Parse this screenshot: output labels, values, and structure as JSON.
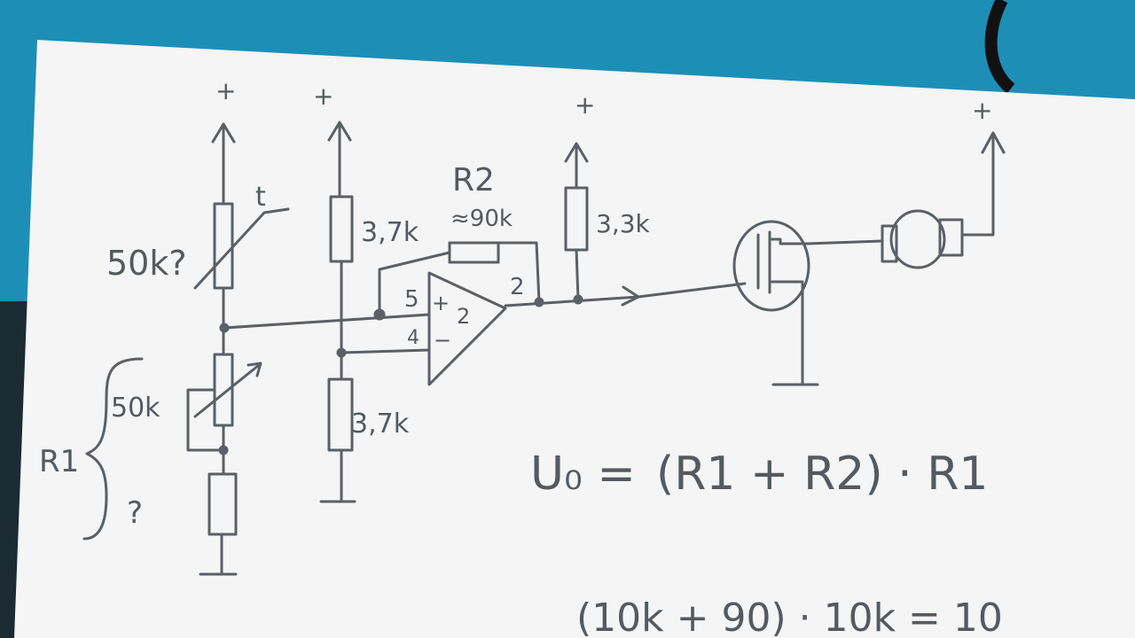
{
  "background": {
    "desk_color": "#1d8fb6",
    "paper_color": "#f4f5f4",
    "ink_color": "#5b6066"
  },
  "labels": {
    "supply_1": "+",
    "supply_2": "+",
    "supply_3": "+",
    "supply_4": "+",
    "thermistor_mark": "t",
    "thermistor_value": "50k?",
    "pot_value": "50k",
    "r1_label": "R1",
    "r1_unknown": "?",
    "divider_top": "3,7k",
    "divider_bottom": "3,7k",
    "r2_label": "R2",
    "r2_value": "≈90k",
    "pullup_value": "3,3k",
    "pin_5": "5",
    "pin_4": "4",
    "pin_2_out": "2",
    "opamp_plus": "+",
    "opamp_minus": "−",
    "opamp_number": "2"
  },
  "equations": {
    "eq1_lhs": "U₀ =",
    "eq1_rhs": "(R1 + R2) · R1",
    "eq2": "(10k + 90) · 10k = 10"
  }
}
